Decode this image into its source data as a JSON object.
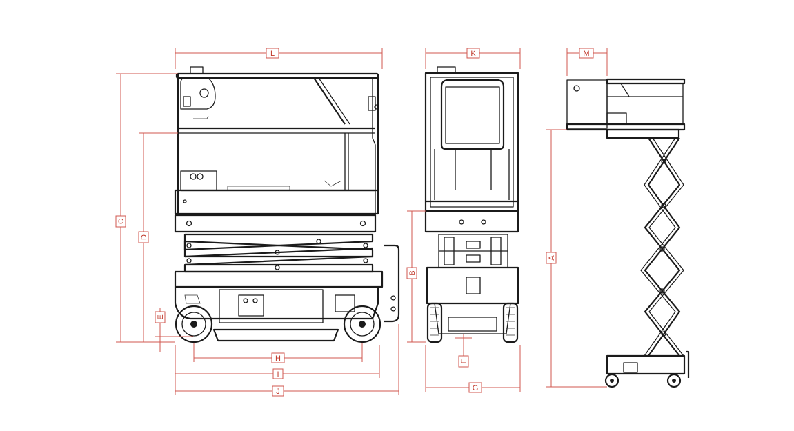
{
  "dimension_labels": {
    "A": "A",
    "B": "B",
    "C": "C",
    "D": "D",
    "E": "E",
    "F": "F",
    "G": "G",
    "H": "H",
    "I": "I",
    "J": "J",
    "K": "K",
    "L": "L",
    "M": "M"
  },
  "colors": {
    "dimension": "#d0574f",
    "ink": "#1b1b1b",
    "background": "#ffffff"
  }
}
